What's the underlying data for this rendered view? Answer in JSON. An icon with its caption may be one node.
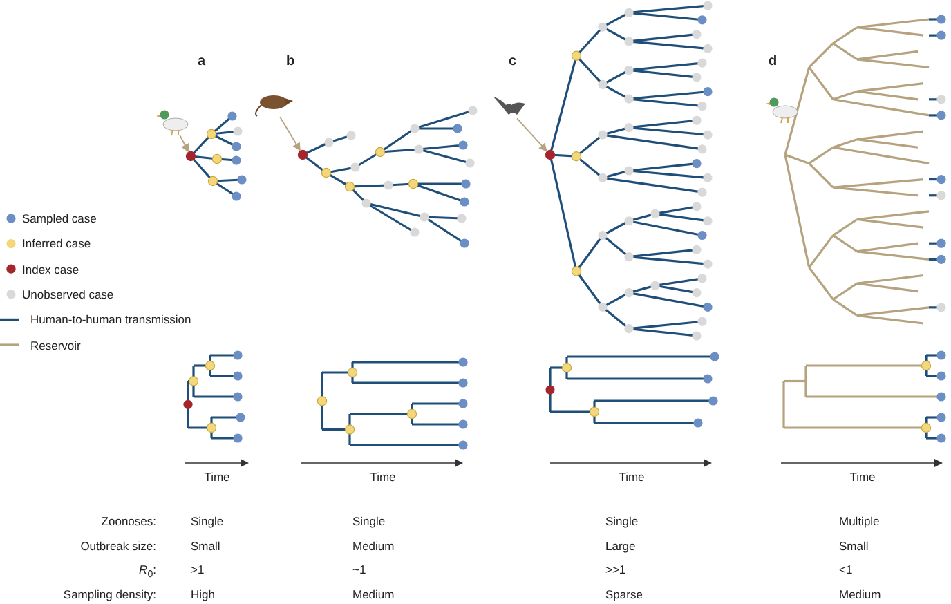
{
  "diagram": {
    "nodes": [
      {
        "text": [],
        "shape": "picture"
      },
      {
        "text": [],
        "shape": "circle"
      },
      {
        "text": [],
        "shape": "picture"
      },
      {
        "text": [],
        "shape": "circle"
      },
      {
        "text": [],
        "shape": "picture"
      },
      {
        "text": [],
        "shape": "circle"
      }
    ],
    "edges": [
      {
        "from": 0,
        "to": 1,
        "arrow": "to"
      },
      {
        "from": 2,
        "to": 3,
        "arrow": "to"
      },
      {
        "from": 4,
        "to": 5,
        "arrow": "to"
      }
    ],
    "labels": [
      "a",
      "b",
      "c",
      "d",
      "Time",
      "Time",
      "Time",
      "Time",
      "Zoonoses:",
      "Single",
      "Single",
      "Single",
      "Multiple",
      "Outbreak size:",
      "Small",
      "Medium",
      "Large",
      "Small",
      "*R*$_{0}$:",
      ">1",
      "~1",
      ">>1",
      "<1",
      "Sampling density:",
      "High",
      "Medium",
      "Sparse",
      "Medium"
    ],
    "legend": [
      {
        "text": "Sampled case",
        "color": "#6b8fc4"
      },
      {
        "text": "Inferred case",
        "color": "#f3d77a"
      },
      {
        "text": "Index case",
        "color": "#a4262c"
      },
      {
        "text": "Unobserved case",
        "color": "#d9d9d9"
      },
      {
        "text": "Human-to-human transmission"
      },
      {
        "text": "Reservoir"
      }
    ]
  }
}
